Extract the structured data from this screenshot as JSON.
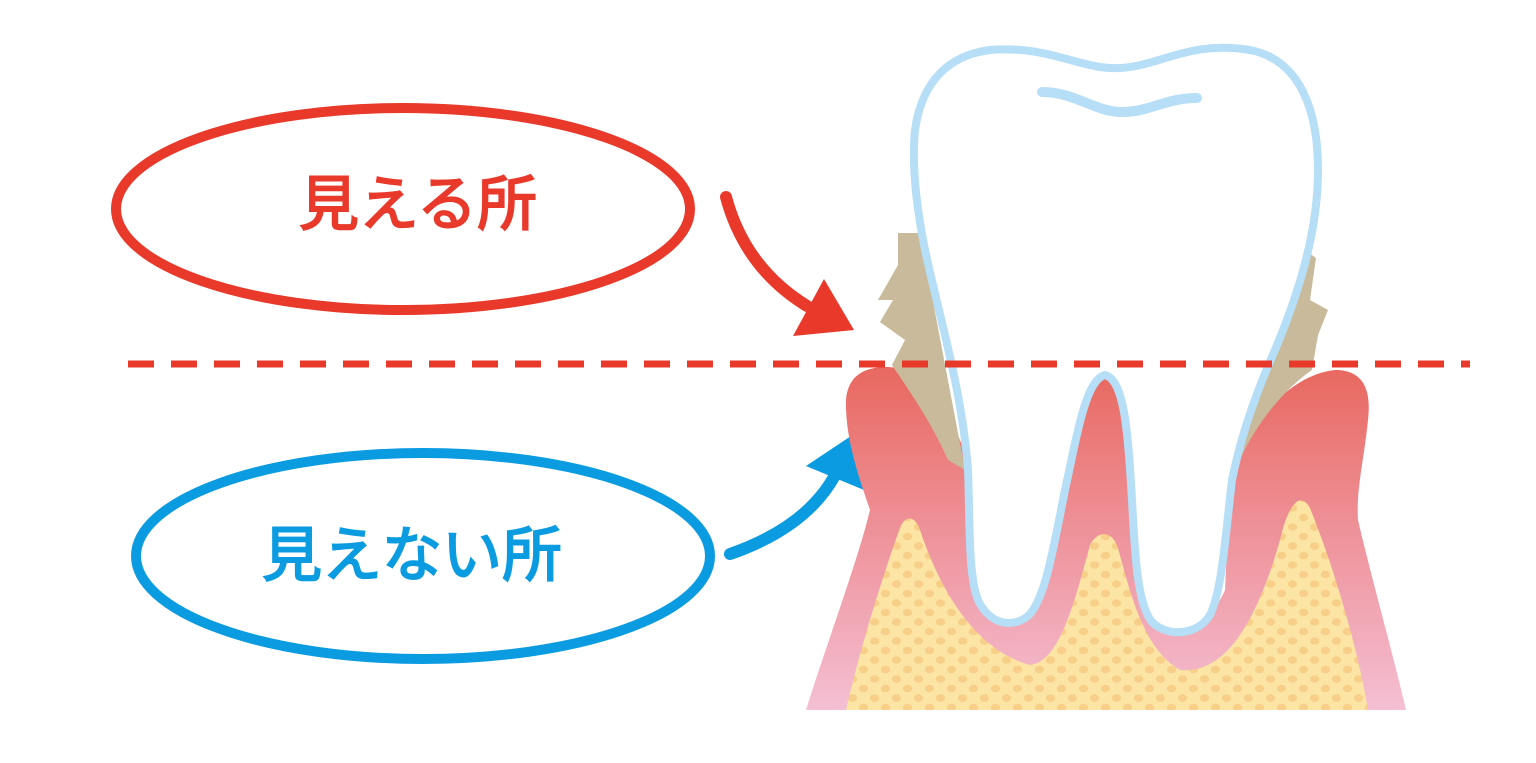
{
  "labels": {
    "visible": "見える所",
    "hidden": "見えない所"
  },
  "colors": {
    "visible_accent": "#E8392B",
    "hidden_accent": "#0A9BE0",
    "gum_top": "#E8685F",
    "gum_bottom": "#F3BCD0",
    "bone": "#FCE4A4",
    "bone_dots": "#F7CF88",
    "tartar": "#C8BA9A",
    "tooth_fill": "#FFFFFF",
    "tooth_outline": "#B6DEF6",
    "background": "#FFFFFF"
  },
  "icons": {
    "visible_arrow": "curved-arrow-down-right",
    "hidden_arrow": "curved-arrow-up-right"
  }
}
